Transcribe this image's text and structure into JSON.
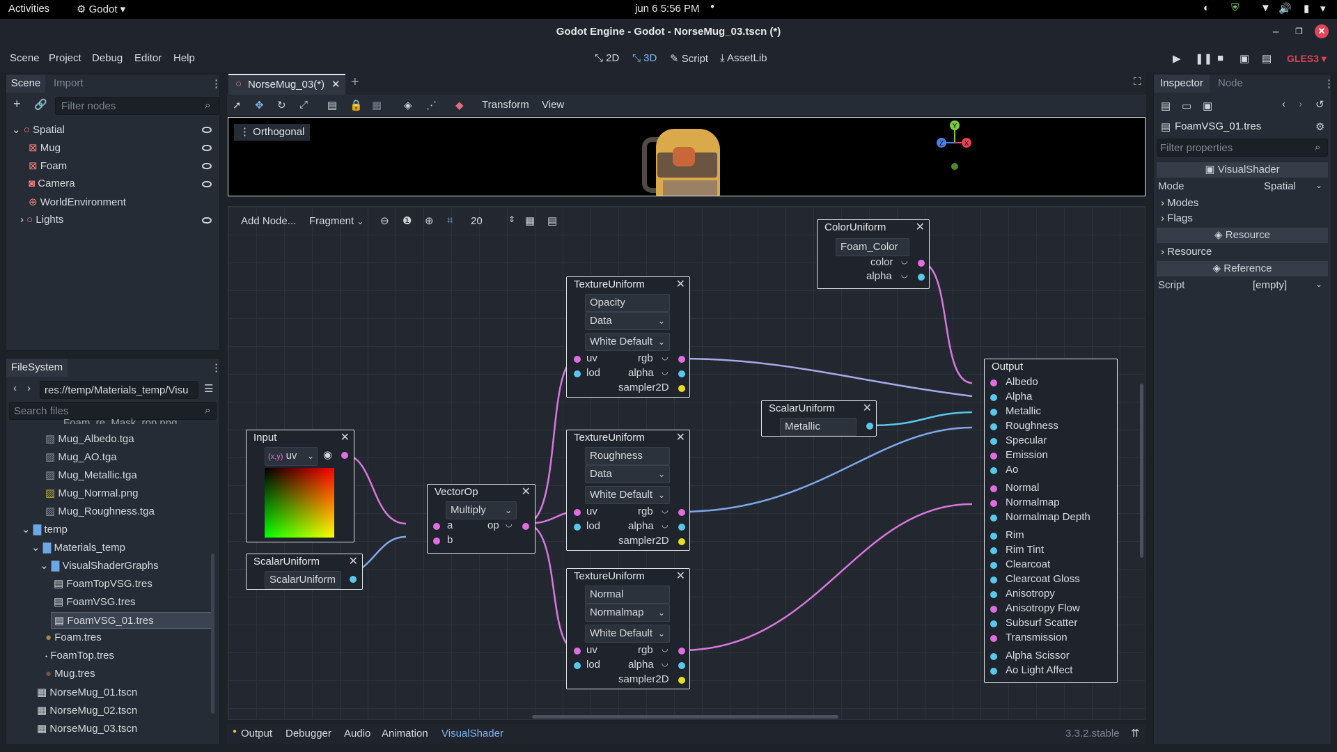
{
  "topbar": {
    "activities": "Activities",
    "app": "Godot",
    "clock": "jun 6   5:56 PM"
  },
  "window": {
    "title": "Godot Engine - Godot - NorseMug_03.tscn (*)"
  },
  "menus": [
    "Scene",
    "Project",
    "Debug",
    "Editor",
    "Help"
  ],
  "workspaces": [
    {
      "label": "2D"
    },
    {
      "label": "3D"
    },
    {
      "label": "Script"
    },
    {
      "label": "AssetLib"
    }
  ],
  "renderer": "GLES3",
  "scene_dock": {
    "tabs": [
      "Scene",
      "Import"
    ],
    "filter_placeholder": "Filter nodes",
    "nodes": [
      "Spatial",
      "Mug",
      "Foam",
      "Camera",
      "WorldEnvironment",
      "Lights"
    ]
  },
  "filesystem": {
    "tab": "FileSystem",
    "path": "res://temp/Materials_temp/Visu",
    "search_placeholder": "Search files",
    "partial_top": "Foam_re_Mask_rop.png",
    "files": [
      "Mug_Albedo.tga",
      "Mug_AO.tga",
      "Mug_Metallic.tga",
      "Mug_Normal.png",
      "Mug_Roughness.tga",
      "temp",
      "Materials_temp",
      "VisualShaderGraphs",
      "FoamTopVSG.tres",
      "FoamVSG.tres",
      "FoamVSG_01.tres",
      "Foam.tres",
      "FoamTop.tres",
      "Mug.tres",
      "NorseMug_01.tscn",
      "NorseMug_02.tscn",
      "NorseMug_03.tscn"
    ]
  },
  "editor_tab": {
    "name": "NorseMug_03(*)"
  },
  "viewport_toolbar": {
    "transform": "Transform",
    "view": "View",
    "projection": "Orthogonal"
  },
  "gizmo": {
    "y": "Y",
    "x": "X",
    "z": "Z"
  },
  "graph_toolbar": {
    "add_node": "Add Node...",
    "shader_mode": "Fragment",
    "snap": "20"
  },
  "nodes": {
    "color_uniform": {
      "title": "ColorUniform",
      "name": "Foam_Color",
      "ports": [
        "color",
        "alpha"
      ]
    },
    "tex_opacity": {
      "title": "TextureUniform",
      "name": "Opacity",
      "type": "Data",
      "default": "White Default"
    },
    "tex_rough": {
      "title": "TextureUniform",
      "name": "Roughness",
      "type": "Data",
      "default": "White Default"
    },
    "tex_normal": {
      "title": "TextureUniform",
      "name": "Normal",
      "type": "Normalmap",
      "default": "White Default"
    },
    "tex_ports": {
      "uv": "uv",
      "lod": "lod",
      "rgb": "rgb",
      "alpha": "alpha",
      "sampler": "sampler2D"
    },
    "scalar_metallic": {
      "title": "ScalarUniform",
      "name": "Metallic"
    },
    "input": {
      "title": "Input",
      "value": "uv"
    },
    "scalar2": {
      "title": "ScalarUniform",
      "name": "ScalarUniform"
    },
    "vectorop": {
      "title": "VectorOp",
      "op": "Multiply",
      "a": "a",
      "b": "b",
      "out": "op"
    },
    "output": {
      "title": "Output",
      "ports": [
        "Albedo",
        "Alpha",
        "Metallic",
        "Roughness",
        "Specular",
        "Emission",
        "Ao",
        "Normal",
        "Normalmap",
        "Normalmap Depth",
        "Rim",
        "Rim Tint",
        "Clearcoat",
        "Clearcoat Gloss",
        "Anisotropy",
        "Anisotropy Flow",
        "Subsurf Scatter",
        "Transmission",
        "Alpha Scissor",
        "Ao Light Affect"
      ]
    }
  },
  "bottom_panel": {
    "tabs": [
      "Output",
      "Debugger",
      "Audio",
      "Animation",
      "VisualShader"
    ],
    "version": "3.3.2.stable"
  },
  "inspector": {
    "tabs": [
      "Inspector",
      "Node"
    ],
    "resource": "FoamVSG_01.tres",
    "filter_placeholder": "Filter properties",
    "class": "VisualShader",
    "mode_label": "Mode",
    "mode_value": "Spatial",
    "modes": "Modes",
    "flags": "Flags",
    "resource_section": "Resource",
    "resource_item": "Resource",
    "reference_section": "Reference",
    "script_label": "Script",
    "script_value": "[empty]"
  }
}
